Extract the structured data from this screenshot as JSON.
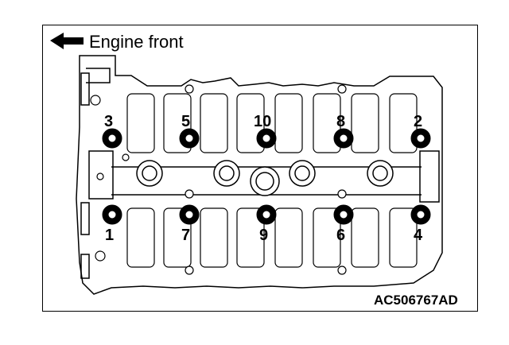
{
  "header": {
    "arrow_icon": "left-arrow-icon",
    "engine_front_label": "Engine front"
  },
  "figure_code": "AC506767AD",
  "tightening_sequence": [
    {
      "num": "1",
      "row": "lower",
      "column": 1
    },
    {
      "num": "2",
      "row": "upper",
      "column": 5
    },
    {
      "num": "3",
      "row": "upper",
      "column": 1
    },
    {
      "num": "4",
      "row": "lower",
      "column": 5
    },
    {
      "num": "5",
      "row": "upper",
      "column": 2
    },
    {
      "num": "6",
      "row": "lower",
      "column": 4
    },
    {
      "num": "7",
      "row": "lower",
      "column": 2
    },
    {
      "num": "8",
      "row": "upper",
      "column": 4
    },
    {
      "num": "9",
      "row": "lower",
      "column": 3
    },
    {
      "num": "10",
      "row": "upper",
      "column": 3
    }
  ],
  "colors": {
    "line": "#000000",
    "background": "#ffffff"
  }
}
